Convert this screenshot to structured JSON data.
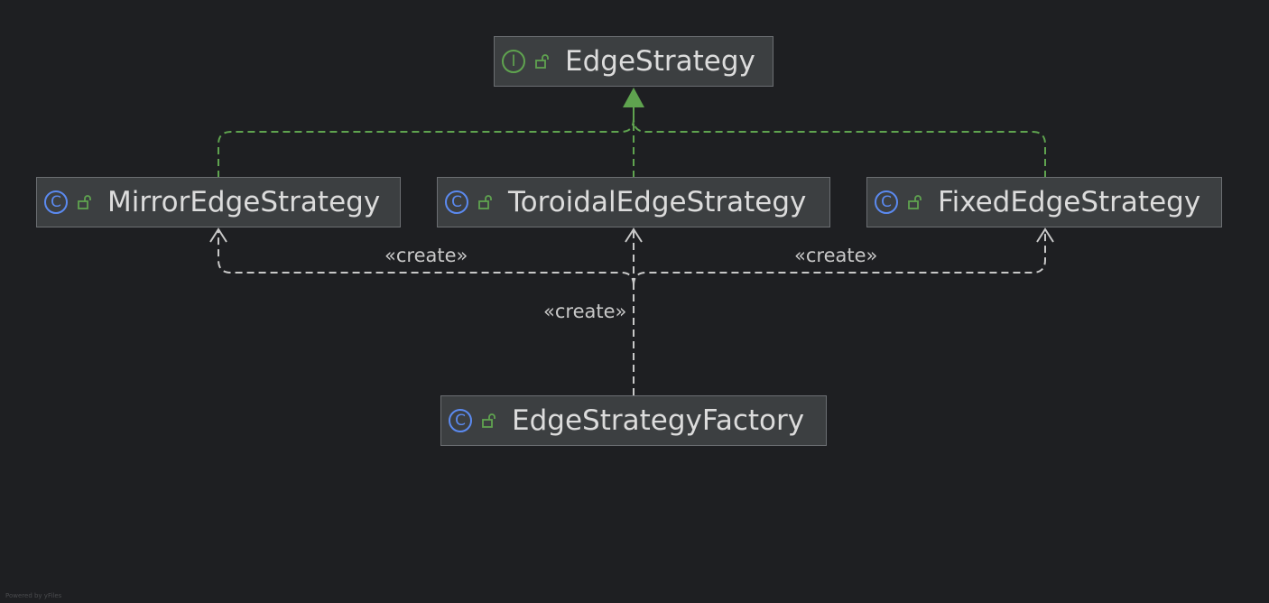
{
  "diagram": {
    "nodes": {
      "edge_strategy": {
        "name": "EdgeStrategy",
        "kind": "interface",
        "kind_glyph": "I",
        "visibility_icon": "unlocked-icon"
      },
      "mirror": {
        "name": "MirrorEdgeStrategy",
        "kind": "class",
        "kind_glyph": "C",
        "visibility_icon": "unlocked-icon"
      },
      "toroidal": {
        "name": "ToroidalEdgeStrategy",
        "kind": "class",
        "kind_glyph": "C",
        "visibility_icon": "unlocked-icon"
      },
      "fixed": {
        "name": "FixedEdgeStrategy",
        "kind": "class",
        "kind_glyph": "C",
        "visibility_icon": "unlocked-icon"
      },
      "factory": {
        "name": "EdgeStrategyFactory",
        "kind": "class",
        "kind_glyph": "C",
        "visibility_icon": "unlocked-icon"
      }
    },
    "edges": {
      "implements": [
        {
          "from": "MirrorEdgeStrategy",
          "to": "EdgeStrategy",
          "style": "dashed-green",
          "arrow": "filled-triangle"
        },
        {
          "from": "ToroidalEdgeStrategy",
          "to": "EdgeStrategy",
          "style": "dashed-green",
          "arrow": "filled-triangle"
        },
        {
          "from": "FixedEdgeStrategy",
          "to": "EdgeStrategy",
          "style": "dashed-green",
          "arrow": "filled-triangle"
        }
      ],
      "create_left_label": "«create»",
      "create_center_label": "«create»",
      "create_right_label": "«create»"
    },
    "footer": "Powered by yFiles"
  },
  "colors": {
    "background": "#1e1f22",
    "node_fill": "#3c3f41",
    "node_border": "#6b6e72",
    "implements_edge": "#5fa34f",
    "dependency_edge": "#c8c8c8",
    "interface_icon": "#5fa34f",
    "class_icon": "#5b8af0"
  }
}
